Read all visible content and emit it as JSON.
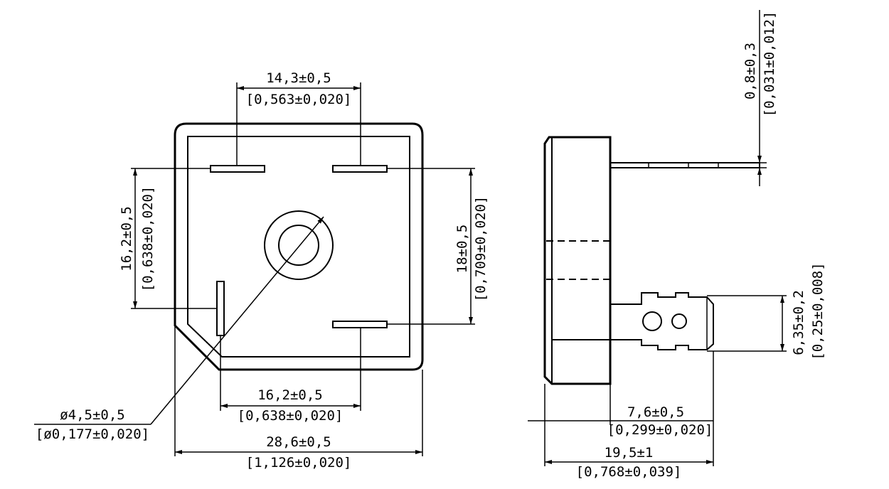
{
  "front_view": {
    "top_pin_spacing": {
      "value": "14,3±0,5",
      "imperial": "[0,563±0,020]"
    },
    "left_pin_spacing": {
      "value": "16,2±0,5",
      "imperial": "[0,638±0,020]"
    },
    "right_pin_spacing": {
      "value": "18±0,5",
      "imperial": "[0,709±0,020]"
    },
    "bottom_pin_spacing": {
      "value": "16,2±0,5",
      "imperial": "[0,638±0,020]"
    },
    "hole_diameter": {
      "value": "ø4,5±0,5",
      "imperial": "[ø0,177±0,020]"
    },
    "body_width": {
      "value": "28,6±0,5",
      "imperial": "[1,126±0,020]"
    }
  },
  "side_view": {
    "terminal_thickness": {
      "value": "0,8±0,3",
      "imperial": "[0,031±0,012]"
    },
    "terminal_width": {
      "value": "6,35±0,2",
      "imperial": "[0,25±0,008]"
    },
    "terminal_length": {
      "value": "7,6±0,5",
      "imperial": "[0,299±0,020]"
    },
    "overall_length": {
      "value": "19,5±1",
      "imperial": "[0,768±0,039]"
    }
  }
}
